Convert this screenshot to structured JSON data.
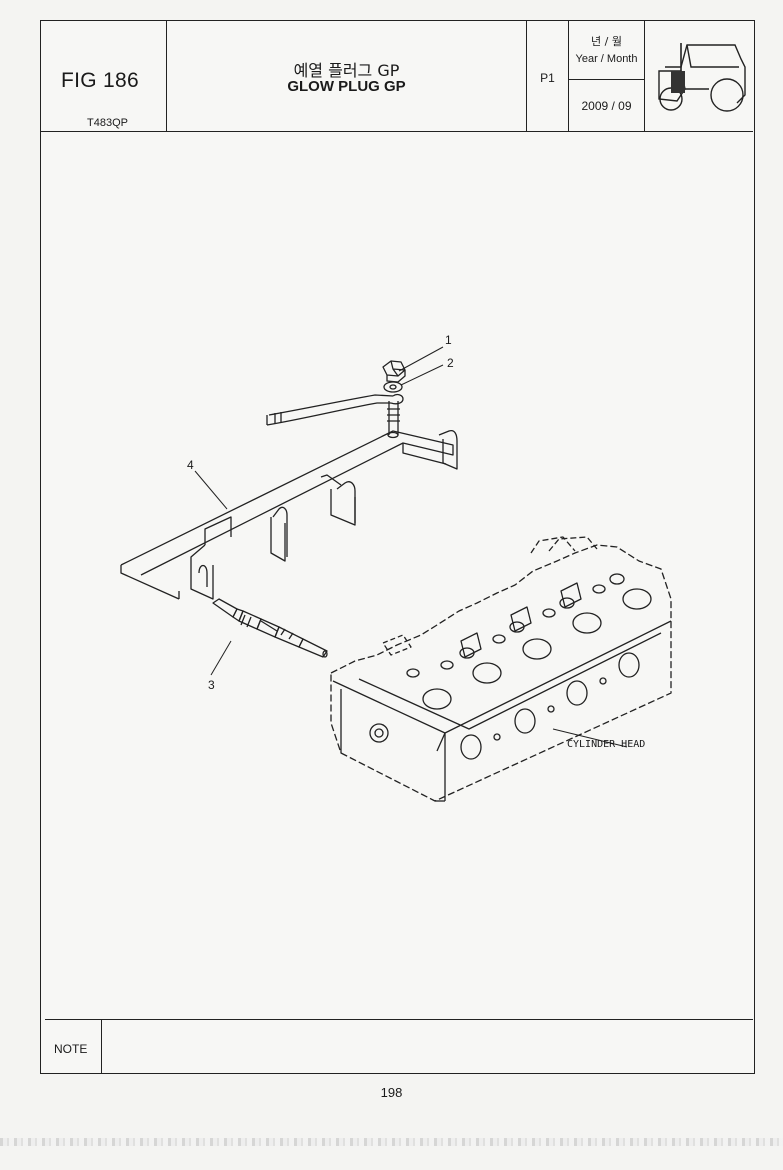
{
  "header": {
    "fig_label": "FIG 186",
    "model_code": "T483QP",
    "title_ko": "예열 플러그 GP",
    "title_en": "GLOW PLUG GP",
    "page_label": "P1",
    "date_label_ko": "년 / 월",
    "date_label_en": "Year / Month",
    "date_value": "2009  / 09"
  },
  "drawing": {
    "callouts": [
      "1",
      "2",
      "3",
      "4"
    ],
    "cylinder_head_label": "CYLINDER HEAD"
  },
  "note": {
    "label": "NOTE",
    "text": ""
  },
  "footer": {
    "page_number": "198"
  }
}
